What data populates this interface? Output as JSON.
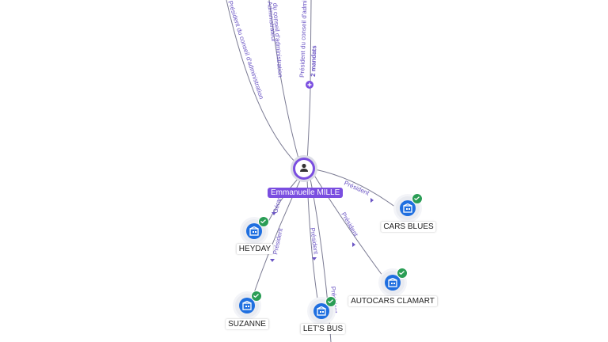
{
  "center_person": {
    "name": "Emmanuelle MILLE",
    "icon": "person-icon"
  },
  "companies": [
    {
      "id": "heyday",
      "name": "HEYDAY",
      "icon": "building-icon",
      "verified": true
    },
    {
      "id": "suzanne",
      "name": "SUZANNE",
      "icon": "building-icon",
      "verified": true
    },
    {
      "id": "letsbus",
      "name": "LET'S BUS",
      "icon": "building-icon",
      "verified": true
    },
    {
      "id": "autocars",
      "name": "AUTOCARS CLAMART",
      "icon": "building-icon",
      "verified": true
    },
    {
      "id": "carsblues",
      "name": "CARS BLUES",
      "icon": "building-icon",
      "verified": true
    }
  ],
  "edges": {
    "top_left_1": "Président du conseil d'administration",
    "top_left_2": "du conseil d'administration",
    "top_left_3": "Administrateur",
    "top_right_1": "Président du conseil d'admi",
    "top_right_mandates": "2 mandats",
    "to_carsblues": "Président",
    "to_autocars": "Président",
    "to_letsbus": "Président",
    "to_letsbus_2": "Président",
    "to_heyday": "Gérant",
    "to_suzanne": "Président"
  },
  "colors": {
    "accent": "#7a4ee0",
    "company": "#1f6fe0",
    "verified": "#2a9d55",
    "edge_label": "#6b55c4"
  }
}
